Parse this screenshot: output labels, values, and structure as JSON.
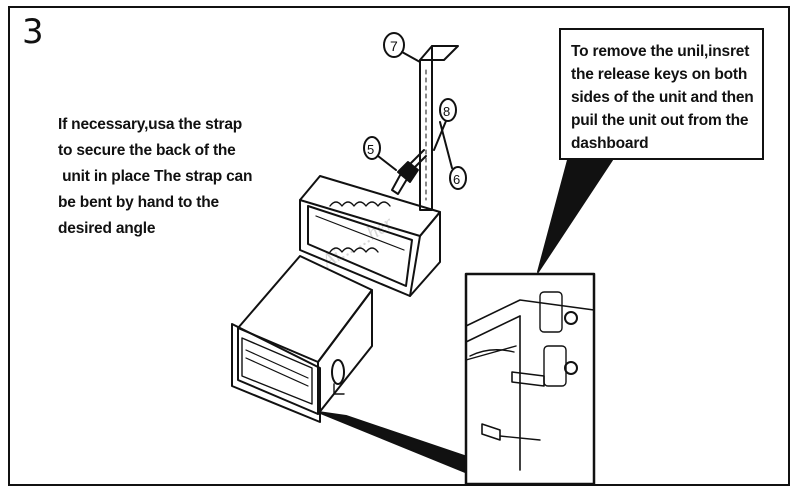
{
  "step": {
    "number": "3"
  },
  "notes": {
    "left": [
      "If necessary,usa the strap",
      "to secure the back of the",
      " unit in place The strap can",
      "be bent by hand to the",
      "desired angle"
    ],
    "right": [
      "To remove the unil,insret",
      "the release keys on both",
      "sides of the unit and then",
      "puil the unit out from the",
      "dashboard"
    ]
  },
  "callouts": {
    "strap": "7",
    "bolt": "8",
    "screw": "5",
    "nut": "6"
  },
  "watermark": "Ai... ...her"
}
